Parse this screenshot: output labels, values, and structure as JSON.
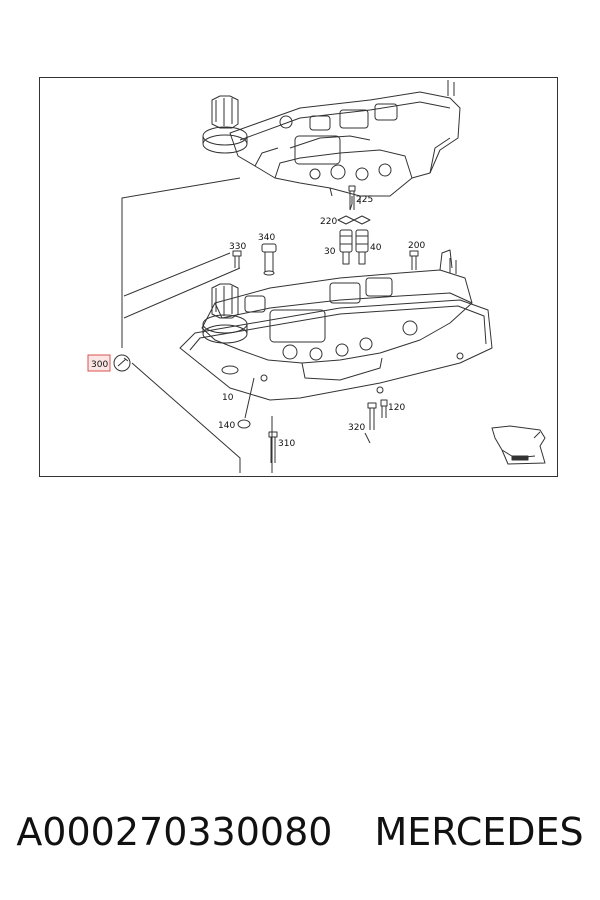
{
  "colors": {
    "line": "#333333",
    "highlight_border": "#d9534f",
    "highlight_fill": "#fbe5e5"
  },
  "diagram": {
    "labels": {
      "p225": "225",
      "p220": "220",
      "p30": "30",
      "p40": "40",
      "p340": "340",
      "p330": "330",
      "p200": "200",
      "p300": "300",
      "p10": "10",
      "p120": "120",
      "p140": "140",
      "p320": "320",
      "p310": "310"
    },
    "icons": {
      "wrench": "wrench-icon",
      "corner": "detail-thumbnail-icon"
    }
  },
  "caption": {
    "part_number": "A000270330080",
    "brand": "MERCEDES"
  }
}
